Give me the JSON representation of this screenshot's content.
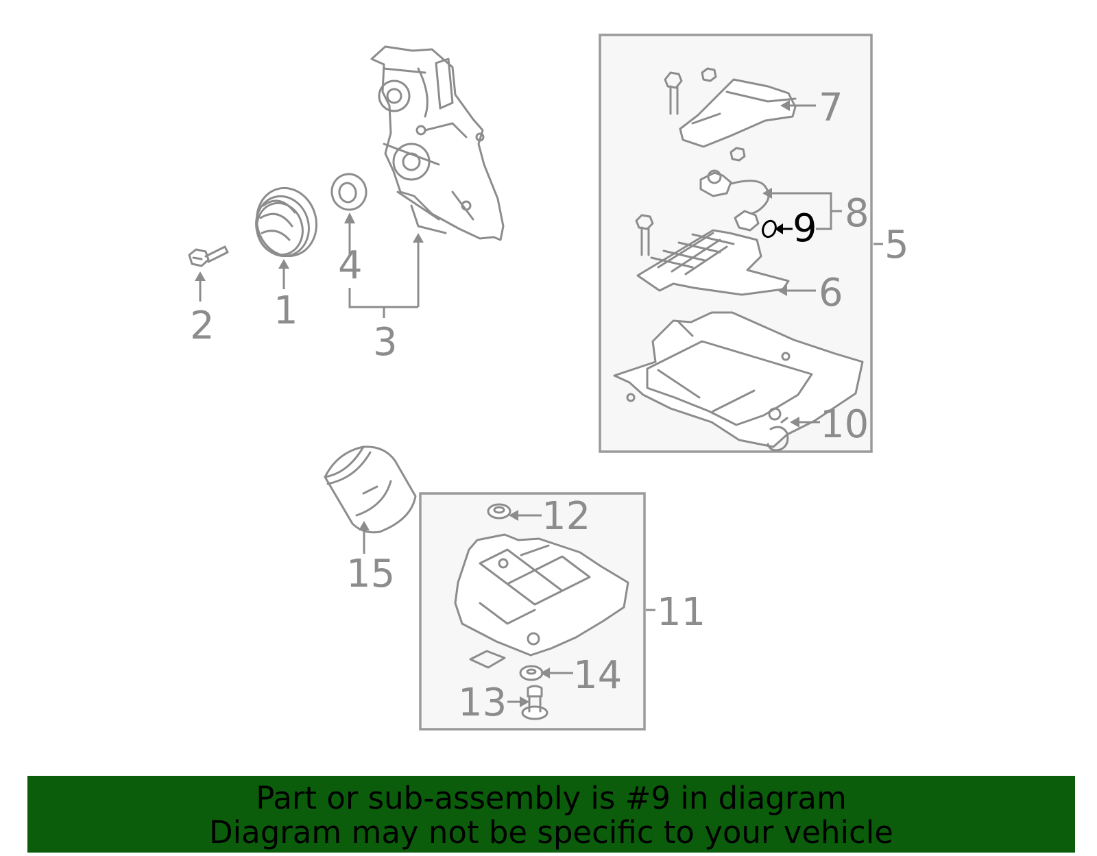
{
  "callouts": {
    "c1": "1",
    "c2": "2",
    "c3": "3",
    "c4": "4",
    "c5": "5",
    "c6": "6",
    "c7": "7",
    "c8": "8",
    "c9": "9",
    "c10": "10",
    "c11": "11",
    "c12": "12",
    "c13": "13",
    "c14": "14",
    "c15": "15"
  },
  "highlight_part": "9",
  "colors": {
    "line": "#8c8c8c",
    "highlight": "#000000",
    "banner": "#0b5d0b",
    "box": "#f7f7f7"
  },
  "banner": {
    "line1": "Part or sub-assembly is #9 in diagram",
    "line2": "Diagram may not be specific to your vehicle"
  }
}
